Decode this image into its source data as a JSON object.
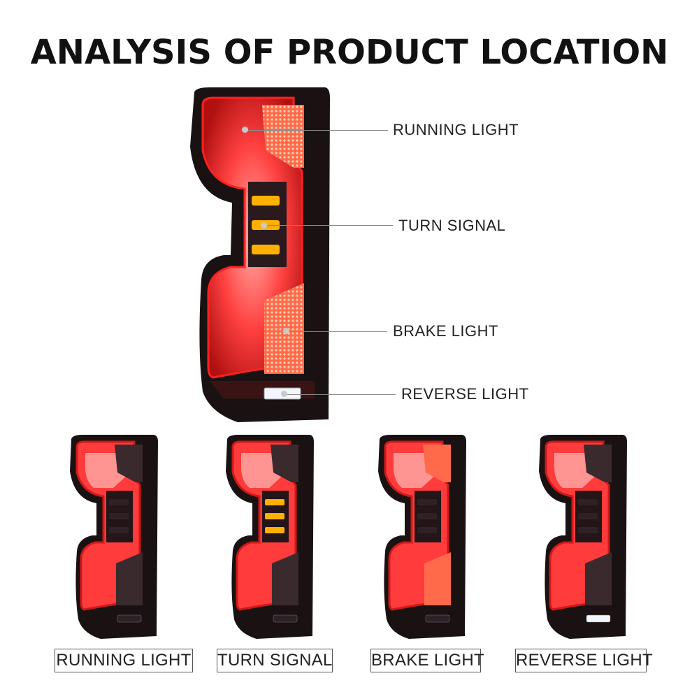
{
  "title": "ANALYSIS OF PRODUCT LOCATION",
  "callouts": [
    {
      "label": "RUNNING LIGHT"
    },
    {
      "label": "TURN SIGNAL"
    },
    {
      "label": "BRAKE LIGHT"
    },
    {
      "label": "REVERSE LIGHT"
    }
  ],
  "variants": [
    {
      "label": "RUNNING LIGHT",
      "active": "running"
    },
    {
      "label": "TURN SIGNAL",
      "active": "turn"
    },
    {
      "label": "BRAKE LIGHT",
      "active": "brake"
    },
    {
      "label": "REVERSE LIGHT",
      "active": "reverse"
    }
  ],
  "colors": {
    "housing": "#1a1212",
    "tube_glow": "#ff3b3b",
    "tube_core": "#ffd2cf",
    "amber": "#ffb000",
    "brake_panel": "#ff6a4a",
    "reverse": "#f4f6ff",
    "dim_panel": "#3a2a2e"
  }
}
